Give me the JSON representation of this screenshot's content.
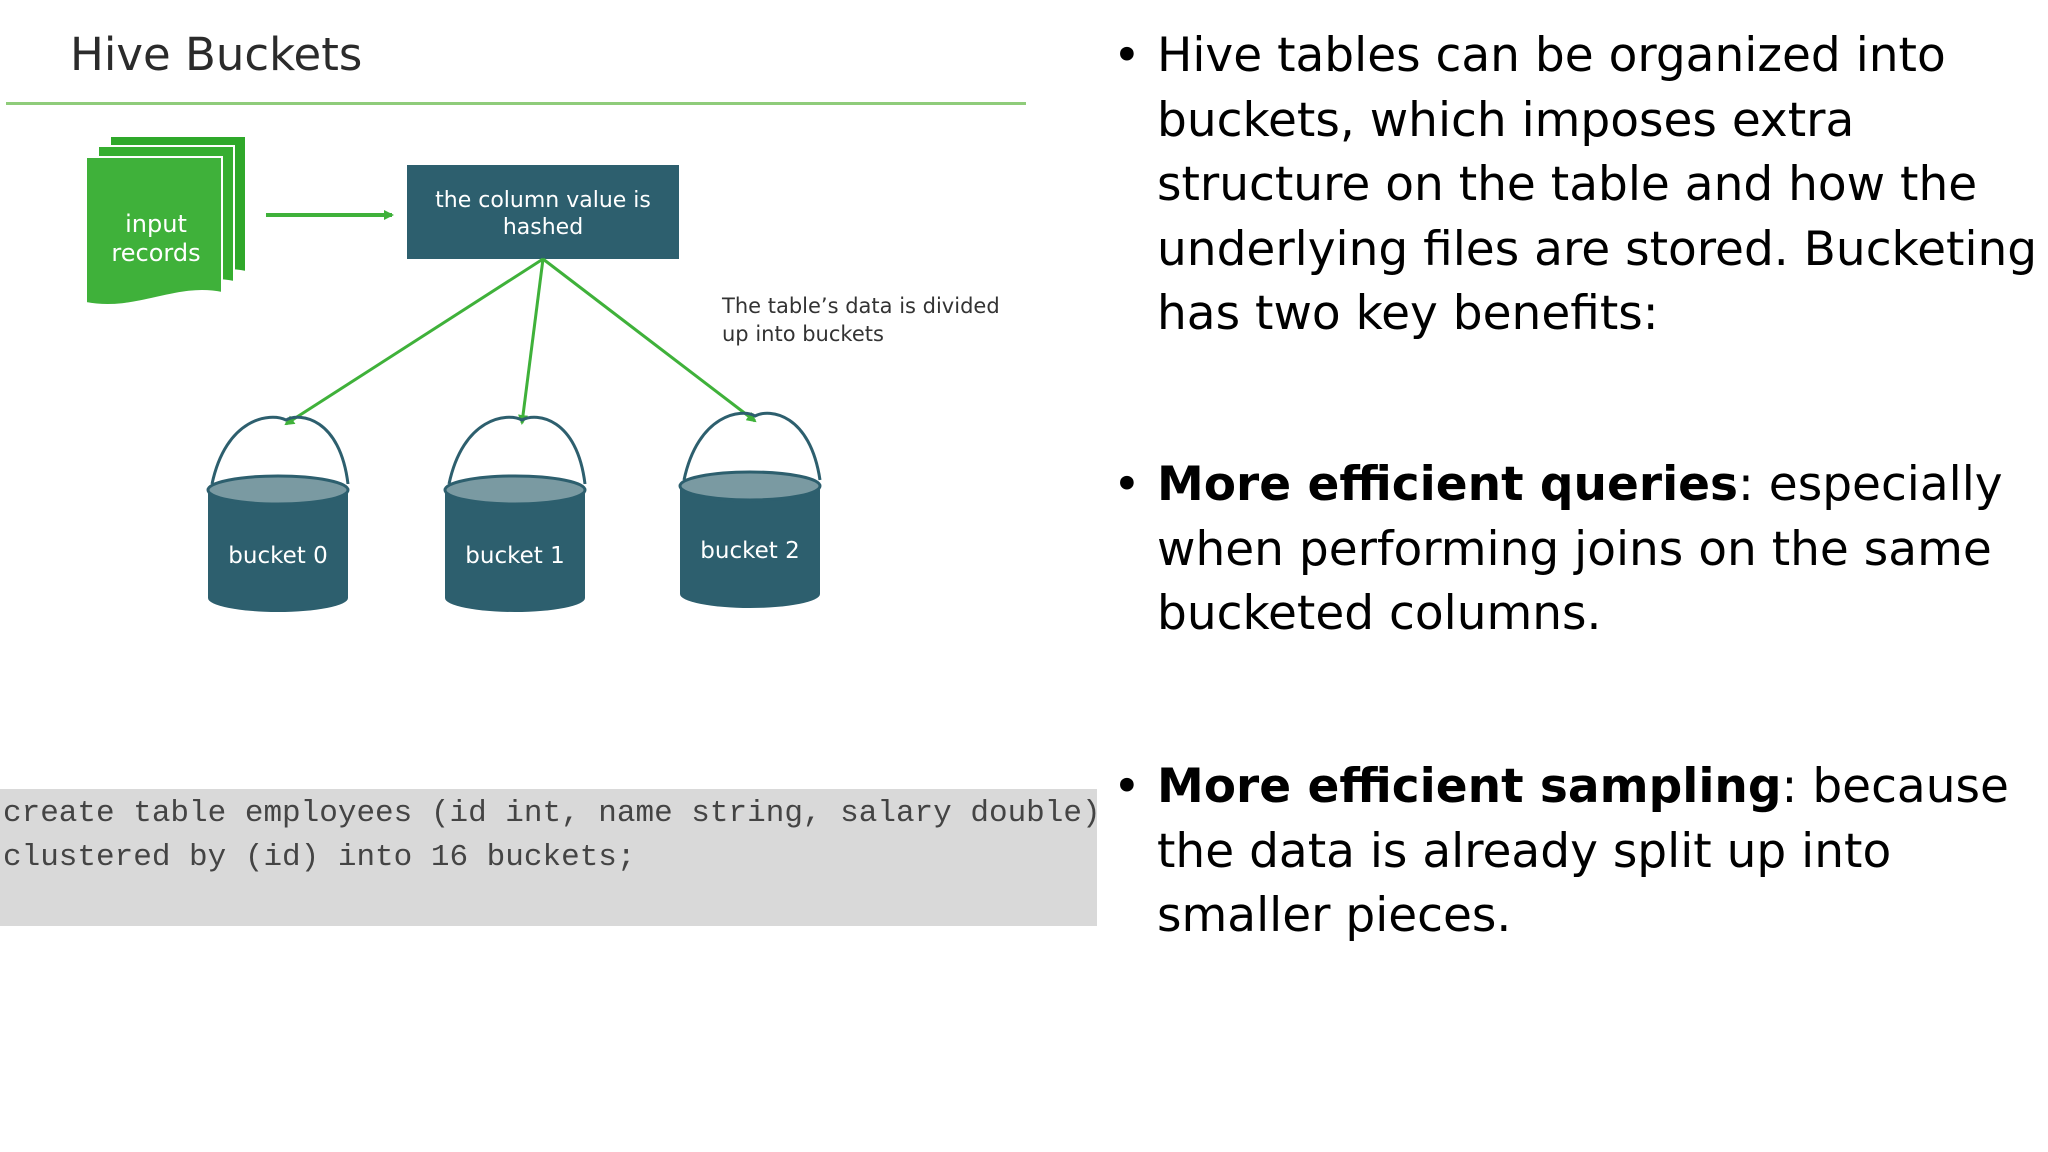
{
  "figure": {
    "title": "Hive Buckets",
    "input_label_line1": "input",
    "input_label_line2": "records",
    "hash_box_line1": "the column value is",
    "hash_box_line2": "hashed",
    "note_line1": "The table’s data is divided",
    "note_line2": "up into buckets",
    "buckets": [
      "bucket 0",
      "bucket 1",
      "bucket 2"
    ]
  },
  "code": {
    "lines": [
      "create table employees (id int, name string, salary double)",
      "clustered by (id) into 16 buckets;"
    ]
  },
  "bullets": [
    {
      "marker": "•",
      "bold": "",
      "text": "Hive tables can be organized into buckets, which imposes extra structure on the table and how the underlying files are stored. Bucketing has two key benefits:"
    },
    {
      "marker": "•",
      "bold": "More efficient queries",
      "text": ": especially when performing joins on the same bucketed columns."
    },
    {
      "marker": "•",
      "bold": "More efficient sampling",
      "text": ": because the data is already split up into smaller pieces."
    }
  ],
  "colors": {
    "accent_green": "#3fb13a",
    "box_teal": "#2d5f6e",
    "rule_green": "#8fcc7a",
    "code_bg": "#d9d9d9"
  }
}
